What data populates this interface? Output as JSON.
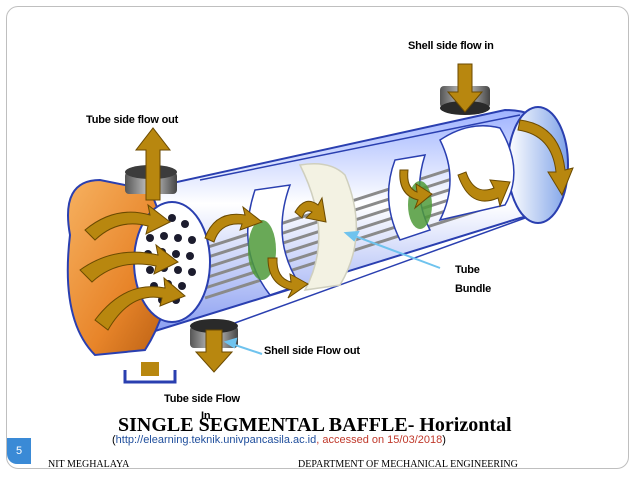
{
  "labels": {
    "shell_in": "Shell side flow in",
    "tube_out": "Tube side flow out",
    "tube_bundle_line1": "Tube",
    "tube_bundle_line2": "Bundle",
    "shell_out": "Shell side Flow out",
    "tube_in_line1": "Tube side Flow",
    "tube_in_line2": "In"
  },
  "title": "SINGLE SEGMENTAL BAFFLE- Horizontal",
  "citation": {
    "open": "(",
    "url": "http://elearning.teknik.univpancasila.ac.id",
    "accessed": ", accessed on 15/03/2018",
    "close": ")"
  },
  "footer": {
    "left": "NIT MEGHALAYA",
    "right": "DEPARTMENT OF MECHANICAL ENGINEERING"
  },
  "page_number": "5",
  "colors": {
    "arrow_gold": "#b8870f",
    "shell_blue": "#2a3fb0",
    "head_orange": "#e8852a",
    "baffle_green": "#4f9a3a",
    "callout_blue": "#6fc3ee"
  }
}
